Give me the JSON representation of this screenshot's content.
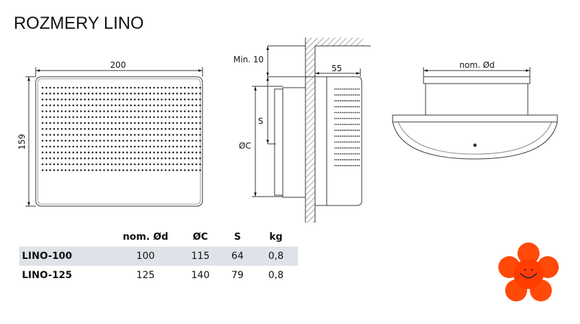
{
  "title": "ROZMERY LINO",
  "drawing": {
    "width": "200",
    "height": "159",
    "min": "Min. 10",
    "depth": "55",
    "s": "S",
    "c": "ØC",
    "nom": "nom. Ød"
  },
  "table": {
    "headers": [
      "nom. Ød",
      "ØC",
      "S",
      "kg"
    ],
    "rows": [
      {
        "name": "LINO-100",
        "values": [
          "100",
          "115",
          "64",
          "0,8"
        ]
      },
      {
        "name": "LINO-125",
        "values": [
          "125",
          "140",
          "79",
          "0,8"
        ]
      }
    ]
  },
  "logo": {
    "color": "#ff4a0a"
  }
}
